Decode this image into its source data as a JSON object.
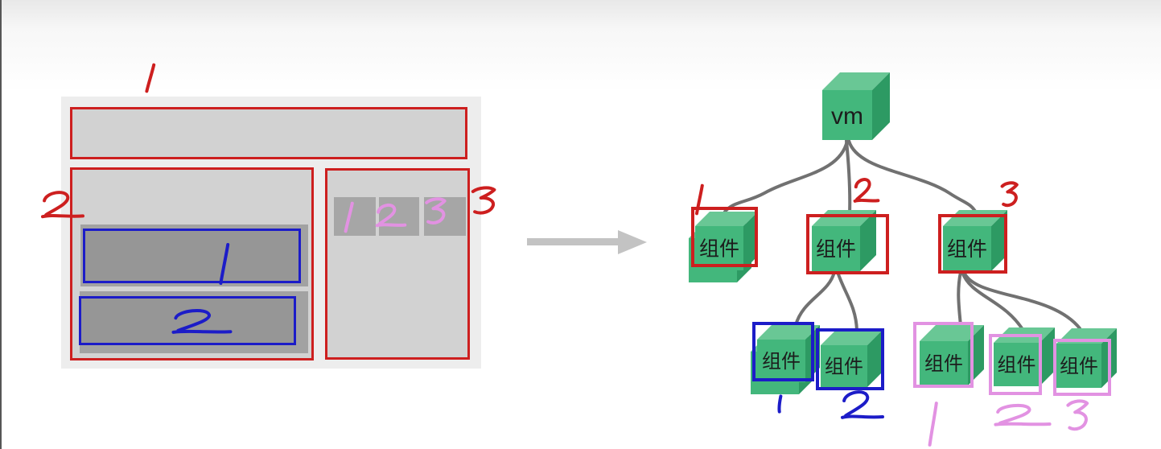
{
  "colors": {
    "red": "#cd1f1f",
    "blue": "#1c1cc8",
    "pink": "#e292e2",
    "cube_front": "#43b77c",
    "cube_top": "#69c795",
    "cube_side": "#2d9a63",
    "cube_text": "#1c1c1c",
    "connector": "#717171",
    "arrow": "#c3c3c3",
    "page_bg": "#ffffff",
    "top_fade": "#e8e8e8",
    "edge_line": "#565656",
    "panel_fill": "#ededed",
    "section_fill": "#d2d2d2",
    "slot_fill": "#a6a6a6",
    "row_wrap_fill": "#a2a2a2",
    "row_fill": "#969696"
  },
  "wireframe": {
    "header_number": "1",
    "main_number": "2",
    "sidebar_number": "3",
    "slots": [
      "1",
      "2",
      "3"
    ],
    "content_rows": [
      "1",
      "2"
    ]
  },
  "tree": {
    "root": {
      "label": "vm"
    },
    "children": [
      {
        "label": "组件",
        "number": "1",
        "outline": "red",
        "children": []
      },
      {
        "label": "组件",
        "number": "2",
        "outline": "red",
        "children": [
          {
            "label": "组件",
            "number": "1",
            "outline": "blue"
          },
          {
            "label": "组件",
            "number": "2",
            "outline": "blue"
          }
        ]
      },
      {
        "label": "组件",
        "number": "3",
        "outline": "red",
        "children": [
          {
            "label": "组件",
            "number": "1",
            "outline": "pink"
          },
          {
            "label": "组件",
            "number": "2",
            "outline": "pink"
          },
          {
            "label": "组件",
            "number": "3",
            "outline": "pink"
          }
        ]
      }
    ]
  }
}
